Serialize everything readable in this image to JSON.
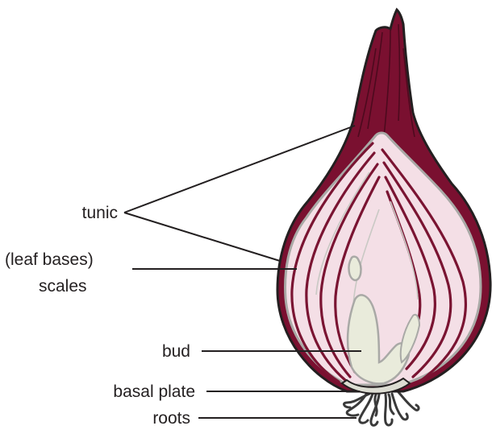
{
  "labels": {
    "tunic": "tunic",
    "leaf_bases": "(leaf bases)",
    "scales": "scales",
    "bud": "bud",
    "basal_plate": "basal plate",
    "roots": "roots"
  },
  "colors": {
    "tunic_dark": "#7a1030",
    "tunic_mid": "#8e1838",
    "flesh": "#f4dfe6",
    "flesh_light": "#f9edf1",
    "scale_line": "#7a1432",
    "grey_outline": "#a9a9a6",
    "bud": "#e9ebdb",
    "outline": "#231f20"
  }
}
